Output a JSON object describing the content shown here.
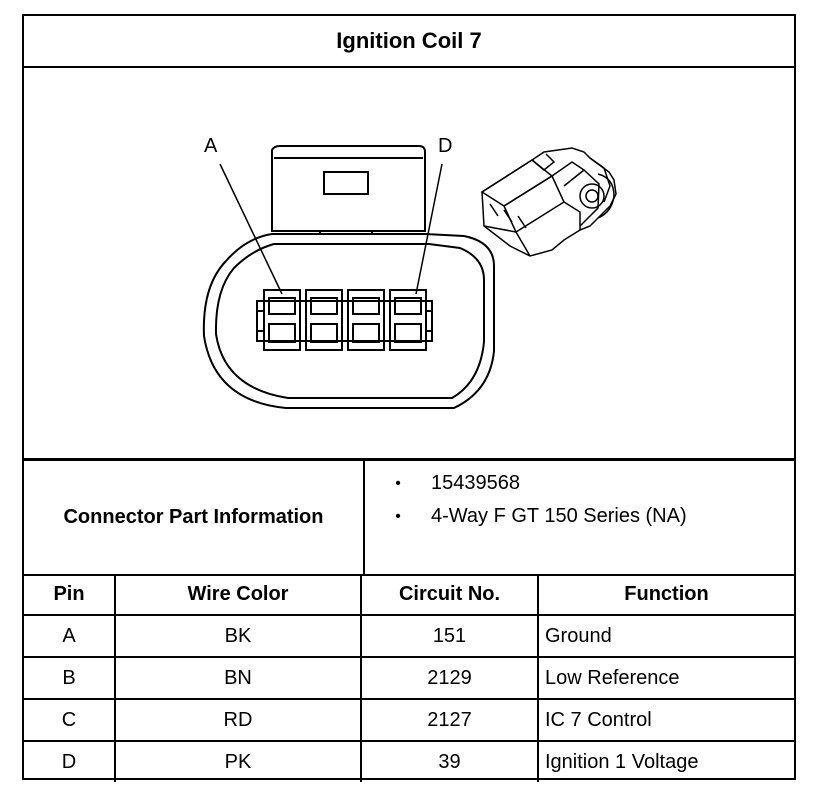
{
  "title": "Ignition Coil 7",
  "figure": {
    "callouts": [
      "A",
      "D"
    ]
  },
  "connector_info": {
    "label": "Connector Part Information",
    "items": [
      "15439568",
      "4-Way F GT 150 Series (NA)"
    ],
    "bullet": "•"
  },
  "table": {
    "headers": [
      "Pin",
      "Wire Color",
      "Circuit No.",
      "Function"
    ],
    "rows": [
      [
        "A",
        "BK",
        "151",
        "Ground"
      ],
      [
        "B",
        "BN",
        "2129",
        "Low Reference"
      ],
      [
        "C",
        "RD",
        "2127",
        "IC 7 Control"
      ],
      [
        "D",
        "PK",
        "39",
        "Ignition 1 Voltage"
      ]
    ]
  }
}
